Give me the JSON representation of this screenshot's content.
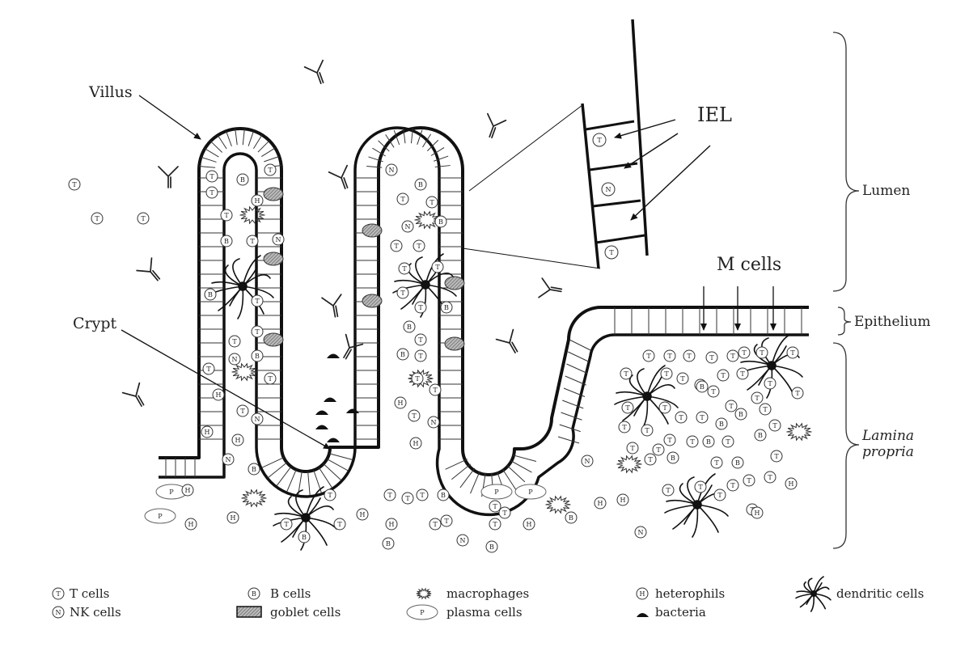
{
  "labels": {
    "villus": "Villus",
    "crypt": "Crypt",
    "iel": "IEL",
    "m_cells": "M cells",
    "lumen": "Lumen",
    "epithelium": "Epithelium",
    "lamina_propria_line1": "Lamina",
    "lamina_propria_line2": "propria"
  },
  "cell_letters": {
    "t_cell": "T",
    "nk_cell": "N",
    "b_cell": "B",
    "heterophil": "H",
    "plasma_cell": "P"
  },
  "legend": [
    {
      "key": "t_cells",
      "label": "T cells"
    },
    {
      "key": "nk_cells",
      "label": "NK cells"
    },
    {
      "key": "b_cells",
      "label": "B cells"
    },
    {
      "key": "goblet_cells",
      "label": "goblet cells"
    },
    {
      "key": "macrophages",
      "label": "macrophages"
    },
    {
      "key": "plasma_cells",
      "label": "plasma cells"
    },
    {
      "key": "heterophils",
      "label": "heterophils"
    },
    {
      "key": "bacteria",
      "label": "bacteria"
    },
    {
      "key": "dendritic_cells",
      "label": "dendritic cells"
    }
  ]
}
